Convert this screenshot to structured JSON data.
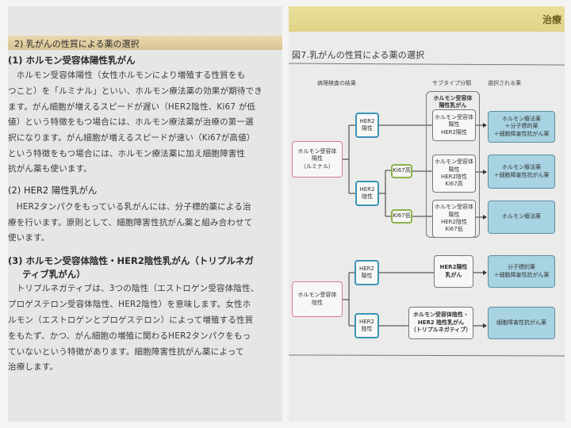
{
  "left_page": {
    "section_title": "2) 乳がんの性質による薬の選択",
    "s1_heading": "(1) ホルモン受容体陽性乳がん",
    "s1_lines": [
      "　ホルモン受容体陽性（女性ホルモンにより増殖する性質をも",
      "つこと）を「ルミナル」といい、ホルモン療法薬の効果が期待でき",
      "ます。がん細胞が増えるスピードが遅い（HER2陰性、Ki67 が低",
      "値）という特徴をもつ場合には、ホルモン療法薬が治療の第一選",
      "択になります。がん細胞が増えるスピードが速い（Ki67が高値）",
      "という特徴をもつ場合には、ホルモン療法薬に加え細胞障害性",
      "抗がん薬も使います。"
    ],
    "s2_heading": "(2) HER2 陽性乳がん",
    "s2_lines": [
      "　HER2タンパクをもっている乳がんには、分子標的薬による治",
      "療を行います。原則として、細胞障害性抗がん薬と組み合わせて",
      "使います。"
    ],
    "s3_heading": "(3) ホルモン受容体陰性・HER2陰性乳がん（トリプルネガ",
    "s3_heading2": "ティブ乳がん）",
    "s3_lines": [
      "　トリプルネガティブは、3つの陰性（エストロゲン受容体陰性、",
      "プロゲステロン受容体陰性、HER2陰性）を意味します。女性ホ",
      "ルモン（エストロゲンとプロゲステロン）によって増殖する性質",
      "をもたず、かつ、がん細胞の増殖に関わるHER2タンパクをもっ",
      "ていないという特徴があります。細胞障害性抗がん薬によって",
      "治療します。"
    ]
  },
  "right_page": {
    "corner": "治療",
    "figure_title": "図7.乳がんの性質による薬の選択",
    "col_pathology": "病理検査の結果",
    "col_subtype": "サブタイプ分類",
    "col_drug": "選択される薬",
    "luminal": "ホルモン受容体\n陽性\n（ルミナル）",
    "her2_pos": "HER2\n陽性",
    "her2_neg": "HER2\n陰性",
    "ki67_high": "Ki67高",
    "ki67_low": "Ki67低",
    "group_title": "ホルモン受容体\n陽性乳がん",
    "sub1": "ホルモン受容体\n陽性\nHER2陽性",
    "sub2": "ホルモン受容体\n陽性\nHER2陰性\nKi67高",
    "sub3": "ホルモン受容体\n陽性\nHER2陰性\nKi67低",
    "drug1": "ホルモン療法薬\n＋分子標的薬\n＋細胞障害性抗がん薬",
    "drug2": "ホルモン療法薬\n＋細胞障害性抗がん薬",
    "drug3": "ホルモン療法薬",
    "neg_root": "ホルモン受容体\n陰性",
    "her2_pos_b": "HER2\n陽性",
    "her2_neg_b": "HER2\n陰性",
    "sub4": "HER2陽性\n乳がん",
    "sub5": "ホルモン受容体陰性・\nHER2 陰性乳がん\n（トリプルネガティブ）",
    "drug4": "分子標的薬\n＋細胞障害性抗がん薬",
    "drug5": "細胞障害性抗がん薬"
  }
}
